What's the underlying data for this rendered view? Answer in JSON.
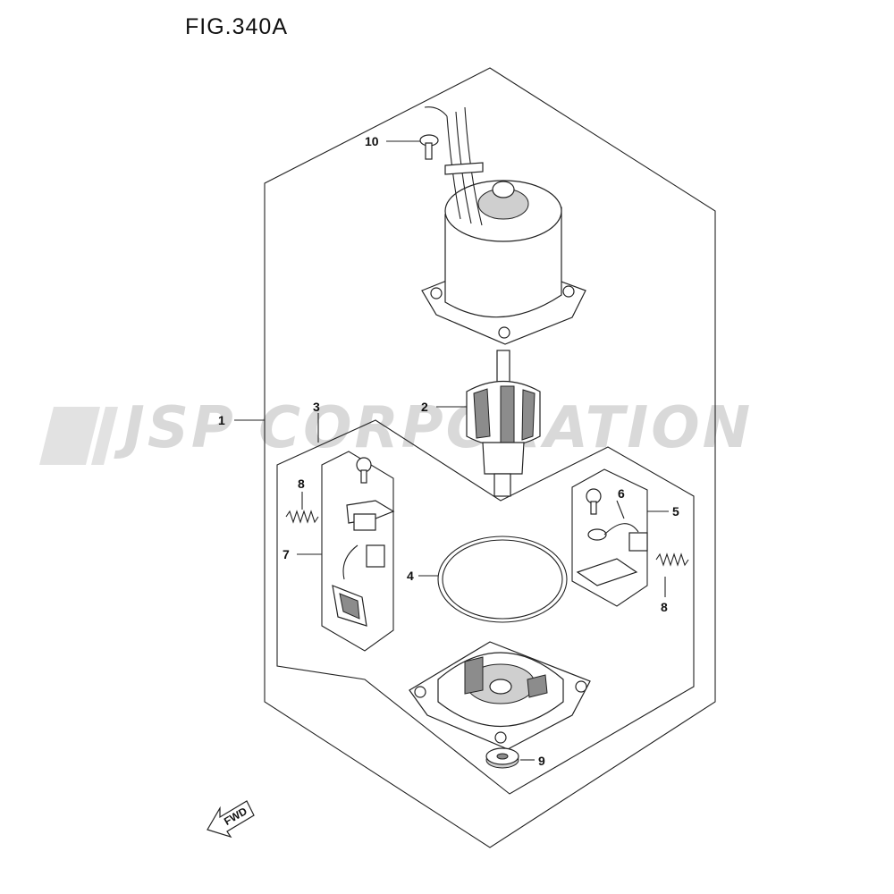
{
  "figure_title": "FIG.340A",
  "watermark": "JSP CORPORATION",
  "direction_marker": "FWD",
  "callouts": {
    "c1": "1",
    "c2": "2",
    "c3": "3",
    "c4": "4",
    "c5": "5",
    "c6": "6",
    "c7": "7",
    "c8a": "8",
    "c8b": "8",
    "c9": "9",
    "c10": "10"
  }
}
